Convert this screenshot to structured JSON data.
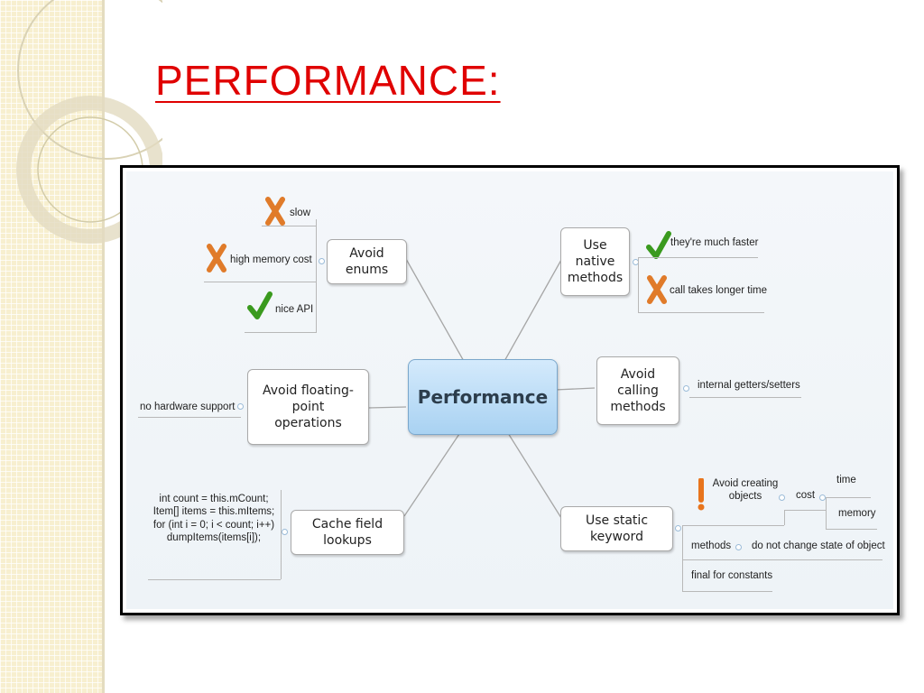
{
  "slide": {
    "title": "PERFORMANCE:"
  },
  "mindmap": {
    "central": "Performance",
    "avoid_enums": {
      "label": "Avoid enums",
      "leaves": [
        "slow",
        "high memory cost",
        "nice API"
      ]
    },
    "use_native": {
      "label_line1": "Use native",
      "label_line2": "methods",
      "leaves": [
        "they're much faster",
        "call takes longer time"
      ]
    },
    "avoid_calling": {
      "label_line1": "Avoid calling",
      "label_line2": "methods",
      "leaves": [
        "internal getters/setters"
      ]
    },
    "avoid_float": {
      "label_line1": "Avoid floating-point",
      "label_line2": "operations",
      "leaves": [
        "no hardware support"
      ]
    },
    "cache_field": {
      "label": "Cache field lookups",
      "code_lines": [
        "int count = this.mCount;",
        "Item[] items = this.mItems;",
        "for (int i = 0; i < count; i++)",
        "dumpItems(items[i]);"
      ]
    },
    "use_static": {
      "label": "Use static keyword",
      "objects_line1": "Avoid creating",
      "objects_line2": "objects",
      "cost": "cost",
      "time": "time",
      "memory": "memory",
      "methods": "methods",
      "no_change": "do not change state of object",
      "final": "final for constants"
    }
  },
  "icons": {
    "cross_color": "#e07b2a",
    "check_color": "#3a9a1e",
    "warning_color": "#e8741c"
  }
}
